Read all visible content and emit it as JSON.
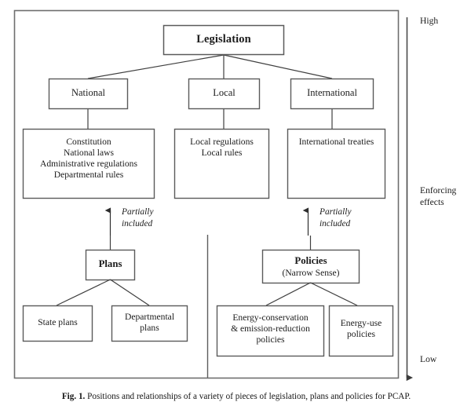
{
  "figure": {
    "caption_prefix": "Fig. 1.",
    "caption_text": "Positions and relationships of a variety of pieces of legislation, plans and policies for PCAP.",
    "line_color": "#4a4a4a",
    "text_color": "#1b1b1b",
    "background": "#ffffff"
  },
  "axis": {
    "name": "enforcing-effects-axis",
    "top_label": "High",
    "middle_label_line1": "Enforcing",
    "middle_label_line2": "effects",
    "bottom_label": "Low",
    "direction": "upward-arrow"
  },
  "hierarchy": {
    "root": {
      "label": "Legislation"
    },
    "tier2": [
      {
        "label": "National"
      },
      {
        "label": "Local"
      },
      {
        "label": "International"
      }
    ],
    "tier3": [
      {
        "parent": "National",
        "lines": [
          "Constitution",
          "National laws",
          "Administrative regulations",
          "Departmental rules"
        ]
      },
      {
        "parent": "Local",
        "lines": [
          "Local regulations",
          "Local rules"
        ]
      },
      {
        "parent": "International",
        "lines": [
          "International treaties"
        ]
      }
    ]
  },
  "lower": {
    "plans": {
      "title": "Plans",
      "children": [
        {
          "lines": [
            "State plans"
          ]
        },
        {
          "lines": [
            "Departmental",
            "plans"
          ]
        }
      ]
    },
    "policies": {
      "title": "Policies",
      "subtitle": "(Narrow Sense)",
      "children": [
        {
          "lines": [
            "Energy-conservation",
            "& emission-reduction",
            "policies"
          ]
        },
        {
          "lines": [
            "Energy-use",
            "policies"
          ]
        }
      ]
    }
  },
  "annotations": [
    {
      "name": "partially-included-left",
      "line1": "Partially",
      "line2": "included"
    },
    {
      "name": "partially-included-right",
      "line1": "Partially",
      "line2": "included"
    }
  ]
}
